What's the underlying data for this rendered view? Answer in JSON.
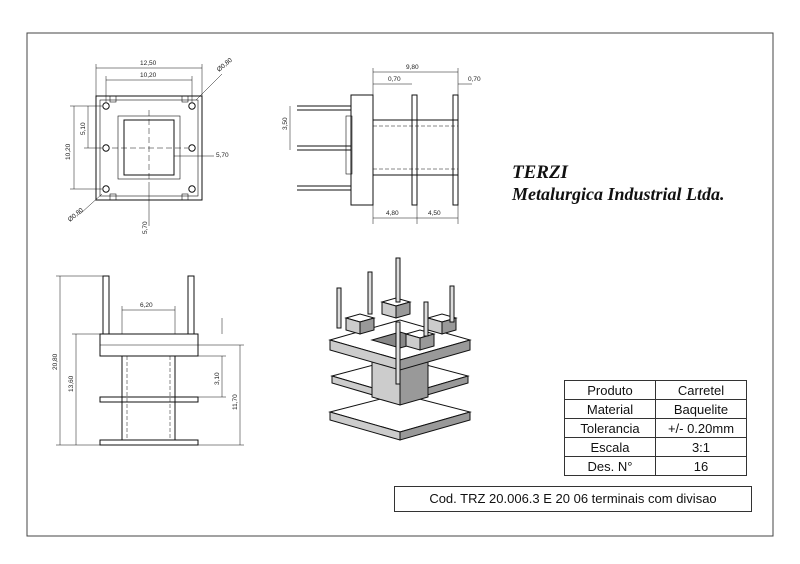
{
  "company": {
    "name": "TERZI",
    "subtitle": "Metalurgica Industrial Ltda."
  },
  "title_block": {
    "rows": [
      {
        "label": "Produto",
        "value": "Carretel"
      },
      {
        "label": "Material",
        "value": "Baquelite"
      },
      {
        "label": "Tolerancia",
        "value": "+/-  0.20mm"
      },
      {
        "label": "Escala",
        "value": "3:1"
      },
      {
        "label": "Des. N°",
        "value": "16"
      }
    ],
    "code": "Cod. TRZ 20.006.3 E 20 06 terminais  com divisao"
  },
  "dimensions": {
    "top_view": {
      "outer_width": "12,50",
      "inner_width": "10,20",
      "hole_dia": "Ø0,80",
      "height": "10,20",
      "pitch": "5,10",
      "window": "5,70",
      "window_b": "5,70",
      "pin_dia": "Ø0,80"
    },
    "side_view": {
      "total": "9,80",
      "flange_a": "0,70",
      "flange_b": "0,70",
      "pin_off": "3,50",
      "seg_a": "4,80",
      "seg_b": "4,50"
    },
    "front_view": {
      "core": "6,20",
      "overall": "20,80",
      "body": "13,60",
      "gap": "3,10",
      "lower": "11,70"
    }
  }
}
